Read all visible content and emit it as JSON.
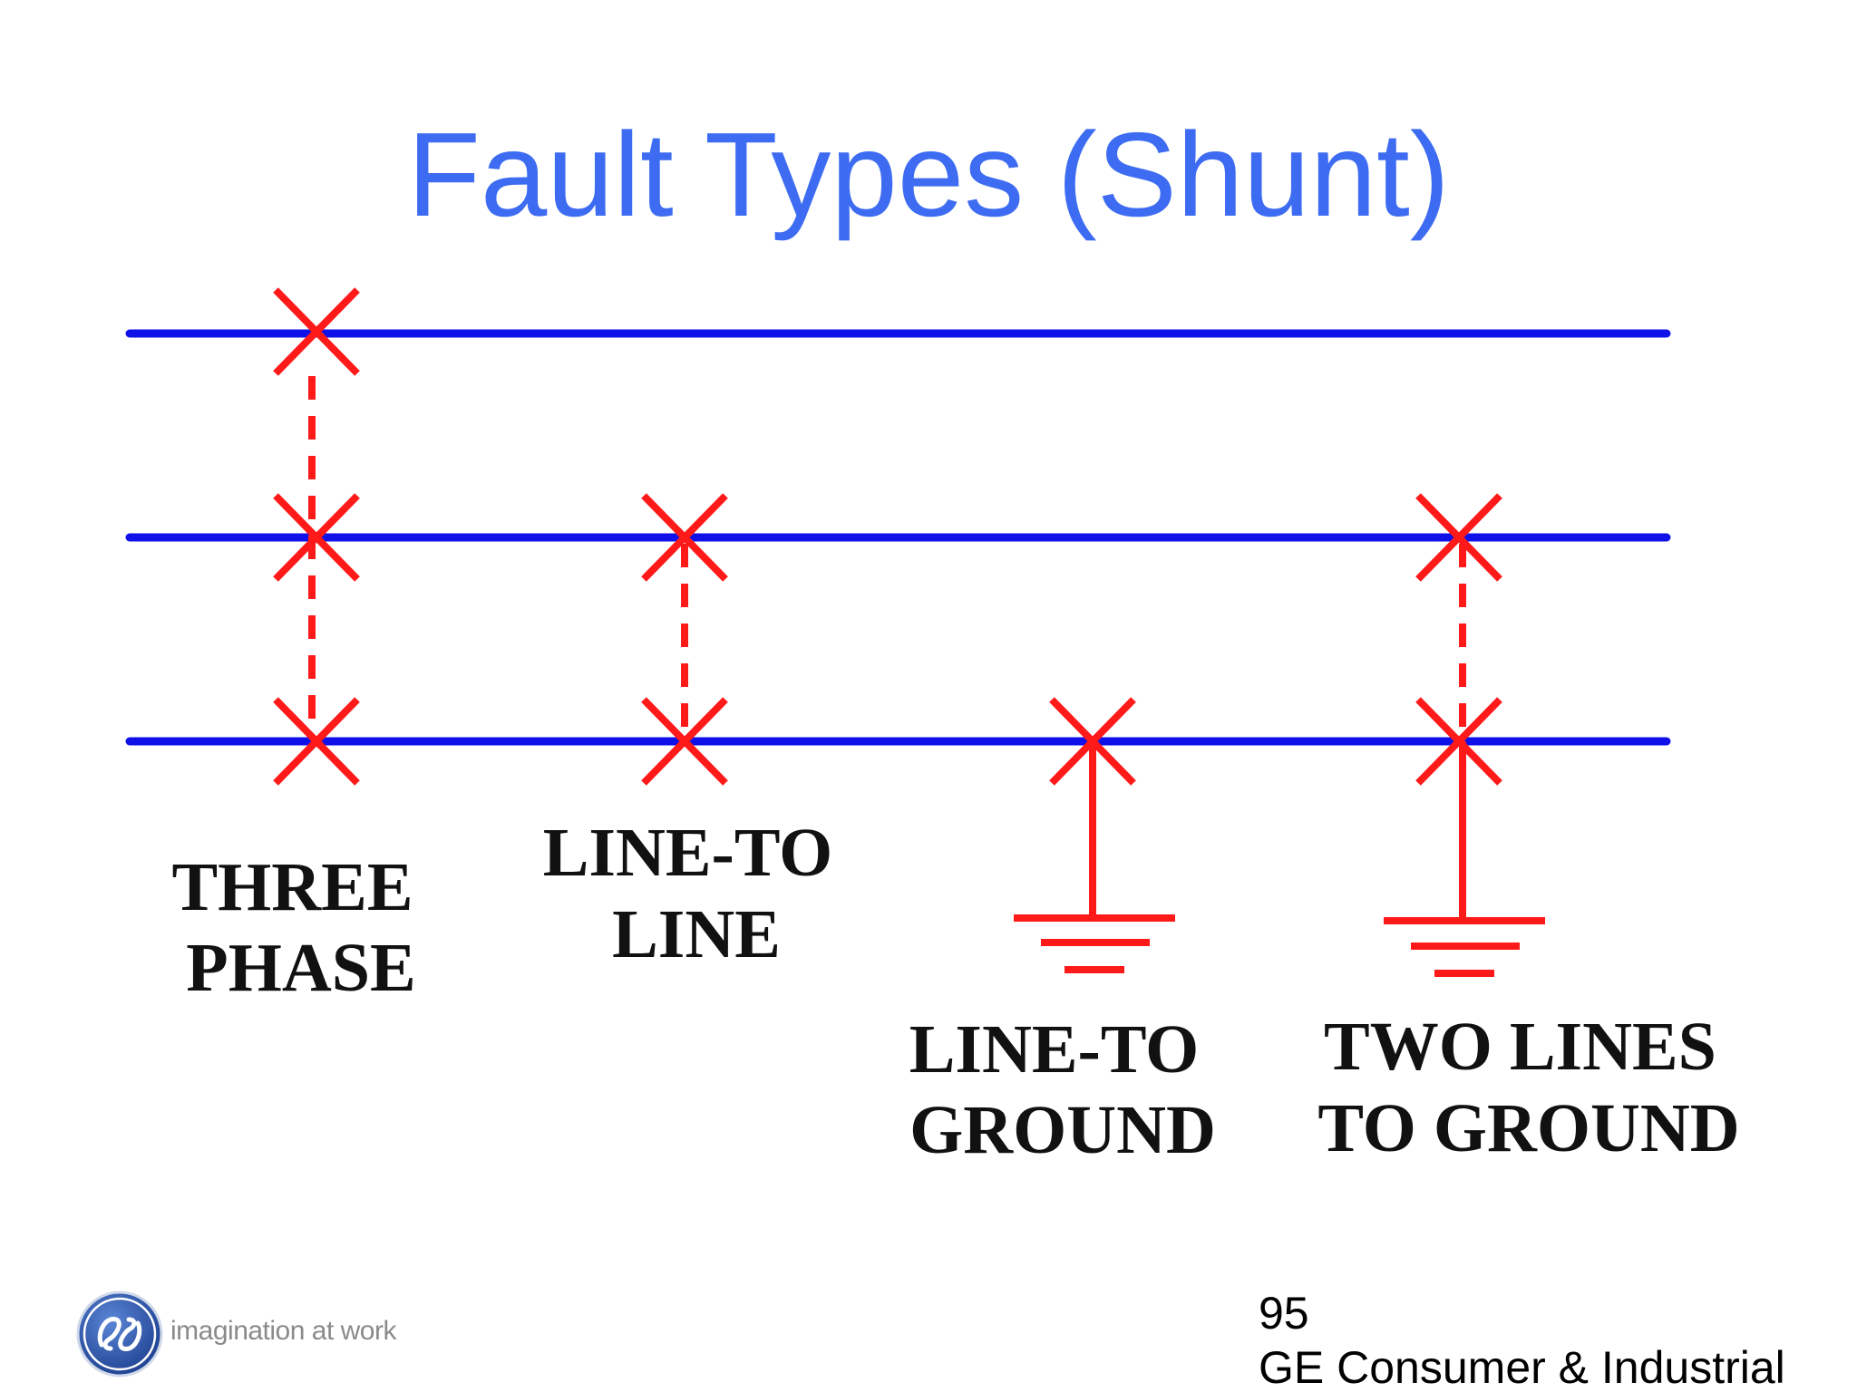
{
  "slide": {
    "title": "Fault Types (Shunt)",
    "page_number": "95",
    "company": "GE Consumer & Industrial",
    "logo_tagline": "imagination at work"
  },
  "colors": {
    "title": "#3d6cf2",
    "line": "#1010e8",
    "fault": "#ff1a1a",
    "label": "#111111"
  },
  "diagram": {
    "faults": [
      {
        "id": "three-phase",
        "label_lines": [
          "THREE",
          "PHASE"
        ]
      },
      {
        "id": "line-to-line",
        "label_lines": [
          "LINE-TO",
          "LINE"
        ]
      },
      {
        "id": "line-to-ground",
        "label_lines": [
          "LINE-TO",
          "GROUND"
        ]
      },
      {
        "id": "two-lines-to-ground",
        "label_lines": [
          "TWO LINES",
          "TO GROUND"
        ]
      }
    ]
  }
}
